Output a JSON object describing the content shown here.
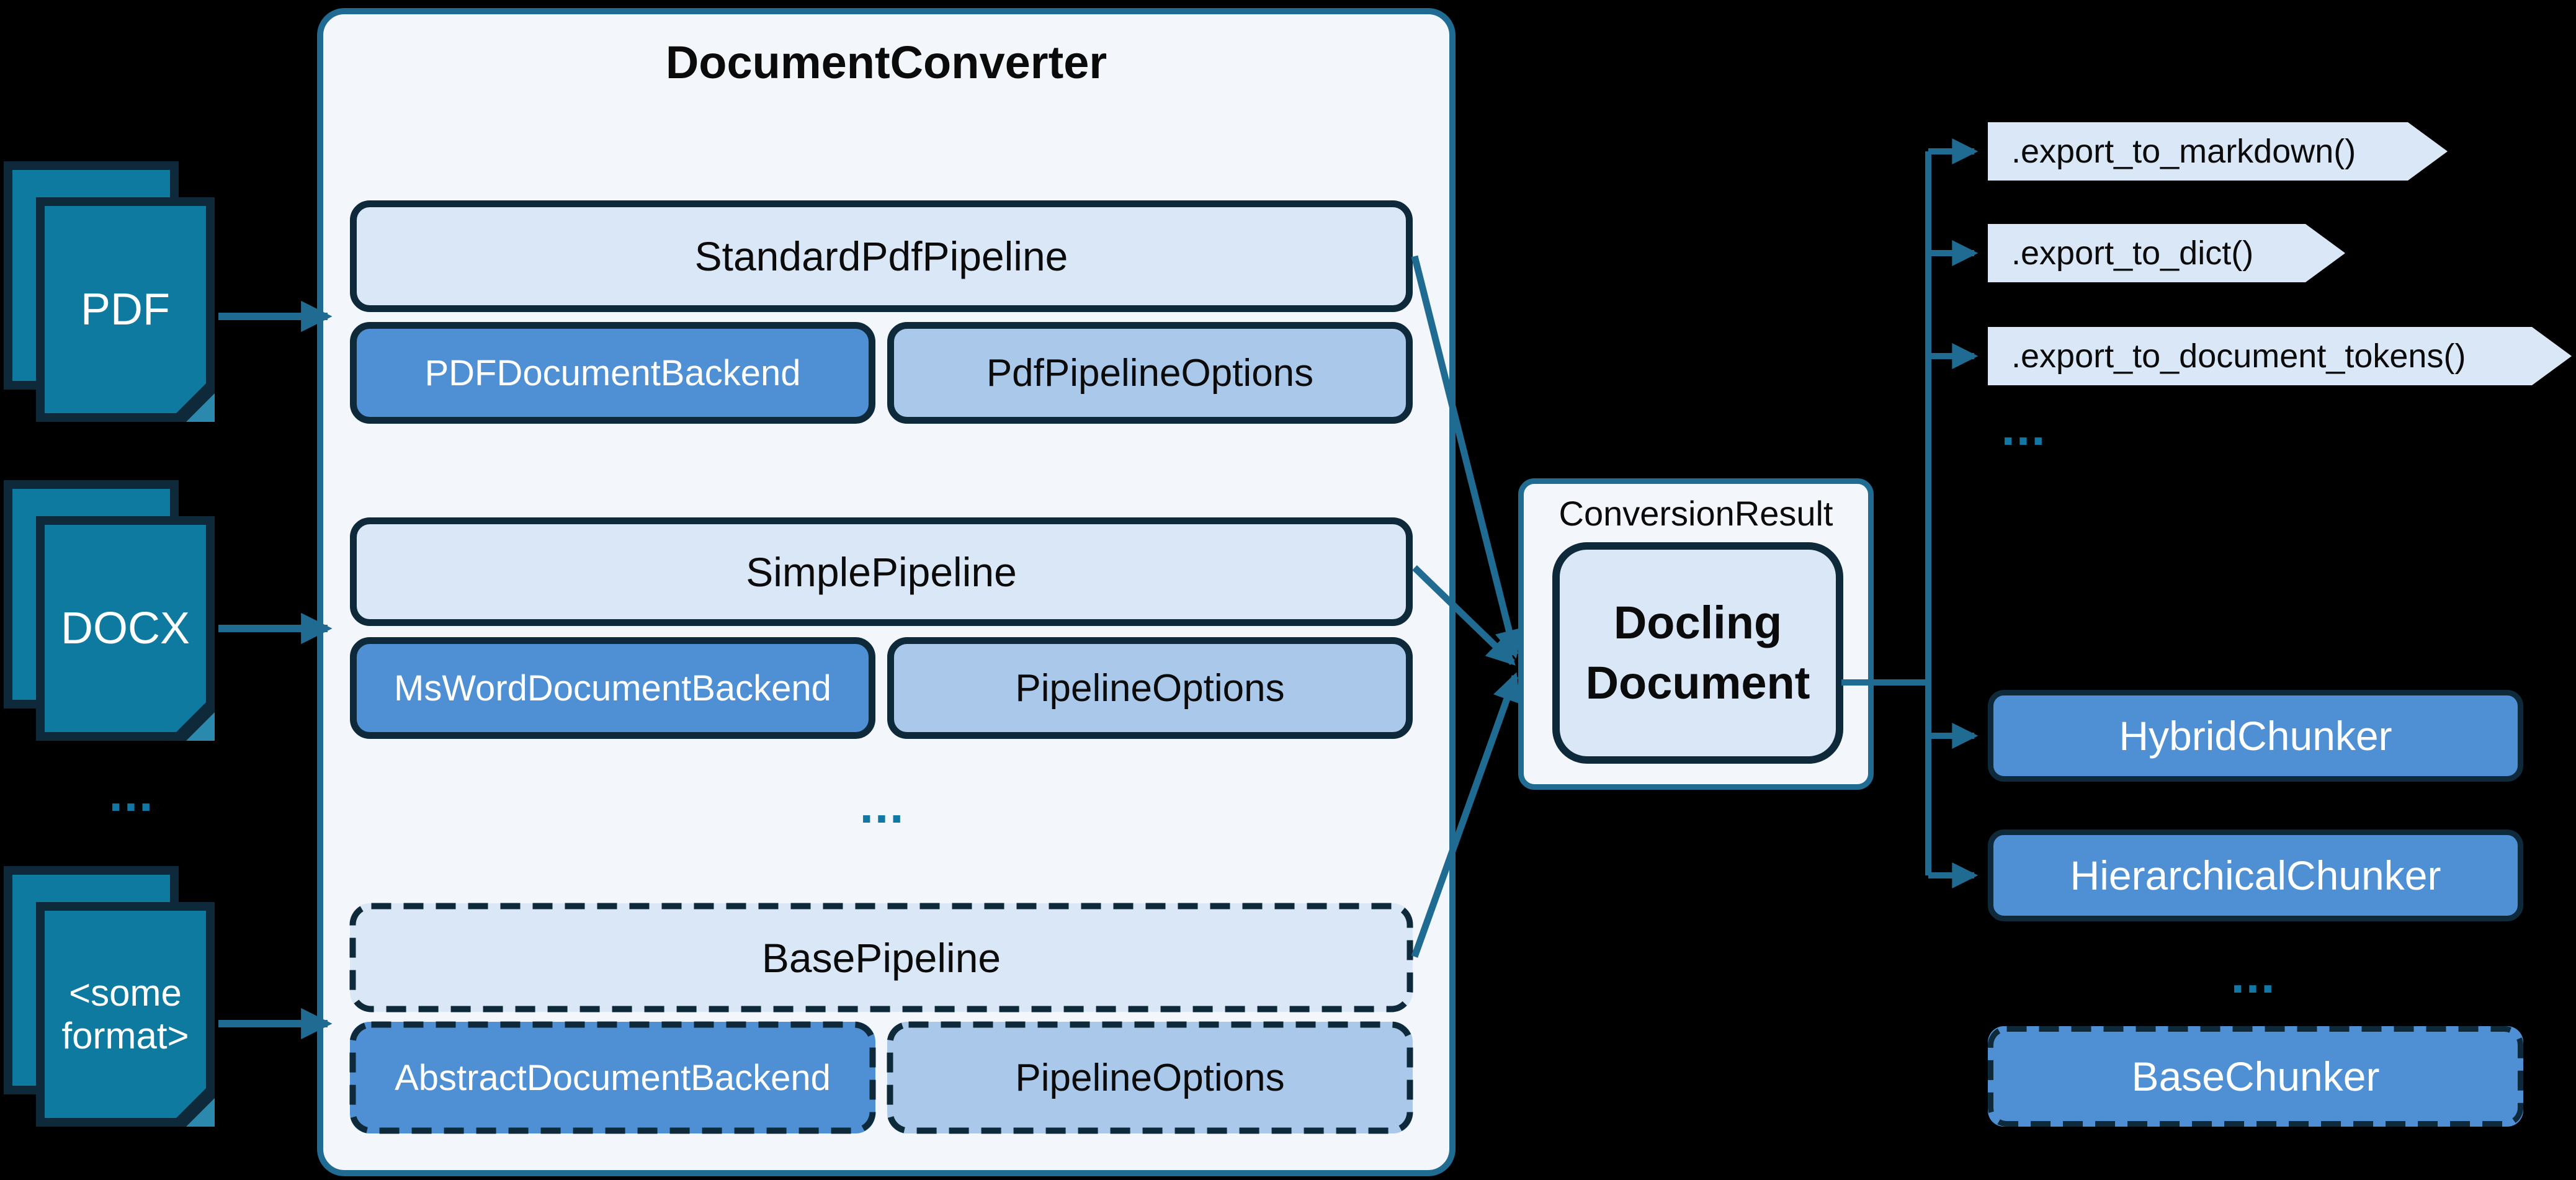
{
  "colors": {
    "background": "#000000",
    "accent_teal": "#1f6b91",
    "dark_navy": "#0e2939",
    "panel_fill": "#f3f6fb",
    "light_blue": "#d9e7f6",
    "mid_blue": "#4f90d5",
    "soft_blue": "#aac9ea",
    "doc_teal": "#0f7aa0",
    "dots_teal": "#1177a4"
  },
  "inputs": {
    "pdf_label": "PDF",
    "docx_label": "DOCX",
    "other_label": "<some format>",
    "ellipsis": "..."
  },
  "converter": {
    "title": "DocumentConverter",
    "rows": [
      {
        "pipeline": "StandardPdfPipeline",
        "backend": "PDFDocumentBackend",
        "options": "PdfPipelineOptions"
      },
      {
        "pipeline": "SimplePipeline",
        "backend": "MsWordDocumentBackend",
        "options": "PipelineOptions"
      },
      {
        "pipeline": "BasePipeline",
        "backend": "AbstractDocumentBackend",
        "options": "PipelineOptions"
      }
    ],
    "ellipsis": "..."
  },
  "result": {
    "label": "ConversionResult",
    "document": "Docling Document"
  },
  "exports": {
    "items": [
      ".export_to_markdown()",
      ".export_to_dict()",
      ".export_to_document_tokens()"
    ],
    "ellipsis": "..."
  },
  "chunkers": {
    "hybrid": "HybridChunker",
    "hierarchical": "HierarchicalChunker",
    "ellipsis": "...",
    "base": "BaseChunker"
  }
}
